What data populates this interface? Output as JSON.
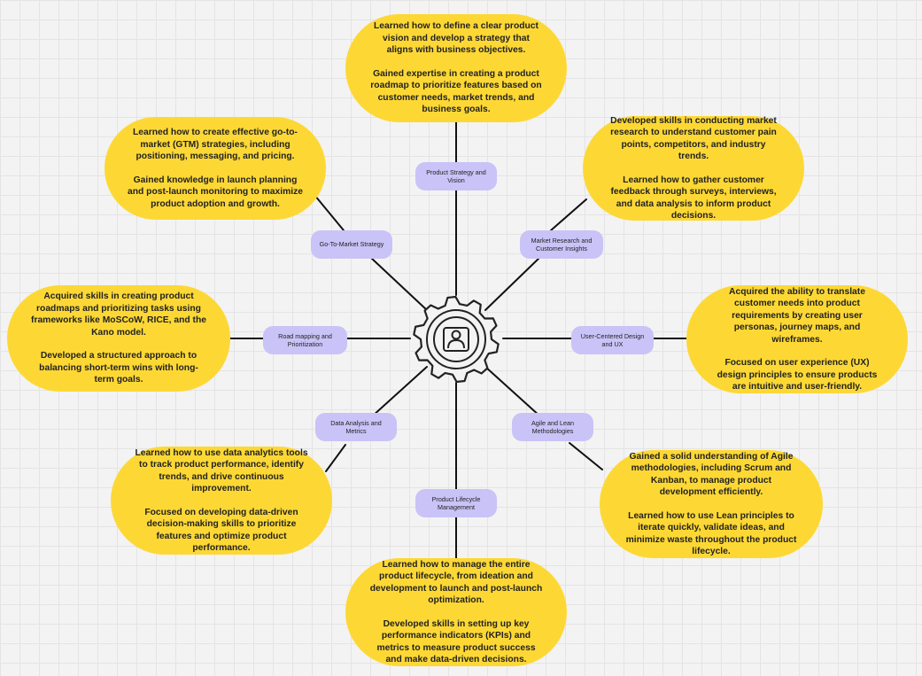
{
  "hub": {
    "icon": "gear-with-person-icon"
  },
  "categories": [
    {
      "key": "strategy",
      "label": "Product Strategy and Vision"
    },
    {
      "key": "gtm",
      "label": "Go-To-Market Strategy"
    },
    {
      "key": "research",
      "label": "Market Research and Customer Insights"
    },
    {
      "key": "roadmap",
      "label": "Road mapping and Prioritization"
    },
    {
      "key": "ux",
      "label": "User-Centered Design and UX"
    },
    {
      "key": "data",
      "label": "Data Analysis and Metrics"
    },
    {
      "key": "agile",
      "label": "Agile and Lean Methodologies"
    },
    {
      "key": "lifecycle",
      "label": "Product Lifecycle Management"
    }
  ],
  "notes": {
    "strategy": [
      "Learned how to define a clear product vision and develop a strategy that aligns with business objectives.",
      "Gained expertise in creating a product roadmap to prioritize features based on customer needs, market trends, and business goals."
    ],
    "gtm": [
      "Learned how to create effective go-to-market (GTM) strategies, including positioning, messaging, and pricing.",
      "Gained knowledge in launch planning and post-launch monitoring to maximize product adoption and growth."
    ],
    "research": [
      "Developed skills in conducting market research to understand customer pain points, competitors, and industry trends.",
      "Learned how to gather customer feedback through surveys, interviews, and data analysis to inform product decisions."
    ],
    "roadmap": [
      "Acquired skills in creating product roadmaps and prioritizing tasks using frameworks like MoSCoW, RICE, and the Kano model.",
      "Developed a structured approach to balancing short-term wins with long-term goals."
    ],
    "ux": [
      "Acquired the ability to translate customer needs into product requirements by creating user personas, journey maps, and wireframes.",
      "Focused on user experience (UX) design principles to ensure products are intuitive and user-friendly."
    ],
    "data": [
      "Learned how to use data analytics tools to track product performance, identify trends, and drive continuous improvement.",
      "Focused on developing data-driven decision-making skills to prioritize features and optimize product performance."
    ],
    "agile": [
      "Gained a solid understanding of Agile methodologies, including Scrum and Kanban, to manage product development efficiently.",
      "Learned how to use Lean principles to iterate quickly, validate ideas, and minimize waste throughout the product lifecycle."
    ],
    "lifecycle": [
      "Learned how to manage the entire product lifecycle, from ideation and development to launch and post-launch optimization.",
      "Developed skills in setting up key performance indicators (KPIs) and metrics to measure product success and make data-driven decisions."
    ]
  }
}
